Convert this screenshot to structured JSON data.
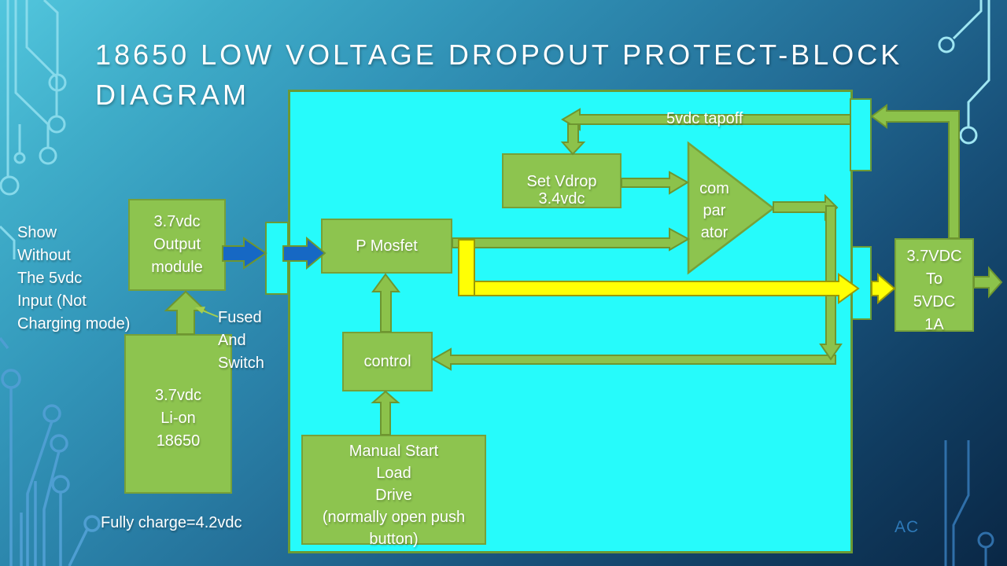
{
  "title": {
    "line1": "18650 LOW VOLTAGE DROPOUT PROTECT-BLOCK",
    "line2": "DIAGRAM"
  },
  "notes": {
    "show_without": [
      "Show",
      "Without",
      "The 5vdc",
      "Input (Not",
      "Charging mode)"
    ],
    "fused_switch": [
      "Fused",
      "And",
      "Switch"
    ],
    "fully_charge": "Fully charge=4.2vdc",
    "footer": "AC"
  },
  "labels": {
    "tapoff": "5vdc tapoff"
  },
  "blocks": {
    "output_module": {
      "lines": [
        "3.7vdc",
        "Output",
        "module"
      ]
    },
    "battery": {
      "lines": [
        "3.7vdc",
        "Li-on",
        "18650"
      ]
    },
    "pmosfet": {
      "lines": [
        "P Mosfet"
      ]
    },
    "set_vdrop": {
      "lines": [
        "Set Vdrop",
        "3.4vdc"
      ]
    },
    "comparator": {
      "lines": [
        "com",
        "par",
        "ator"
      ]
    },
    "control": {
      "lines": [
        "control"
      ]
    },
    "manual_start": {
      "lines": [
        "Manual Start",
        "Load",
        "Drive",
        "(normally open push",
        "button)"
      ]
    },
    "converter": {
      "lines": [
        "3.7VDC",
        "To",
        "5VDC",
        "1A"
      ]
    }
  },
  "colors": {
    "block_fill": "#8dc44f",
    "block_border": "#76a039",
    "panel_cyan": "#26fbfb",
    "panel_border": "#6b9a35",
    "arrow_green": "#8cc24b",
    "arrow_yellow": "#ffff05",
    "arrow_blue": "#1668c4",
    "footer_text": "#2e79b8",
    "background_top": "#52c6dd",
    "background_bottom": "#0a2745"
  }
}
